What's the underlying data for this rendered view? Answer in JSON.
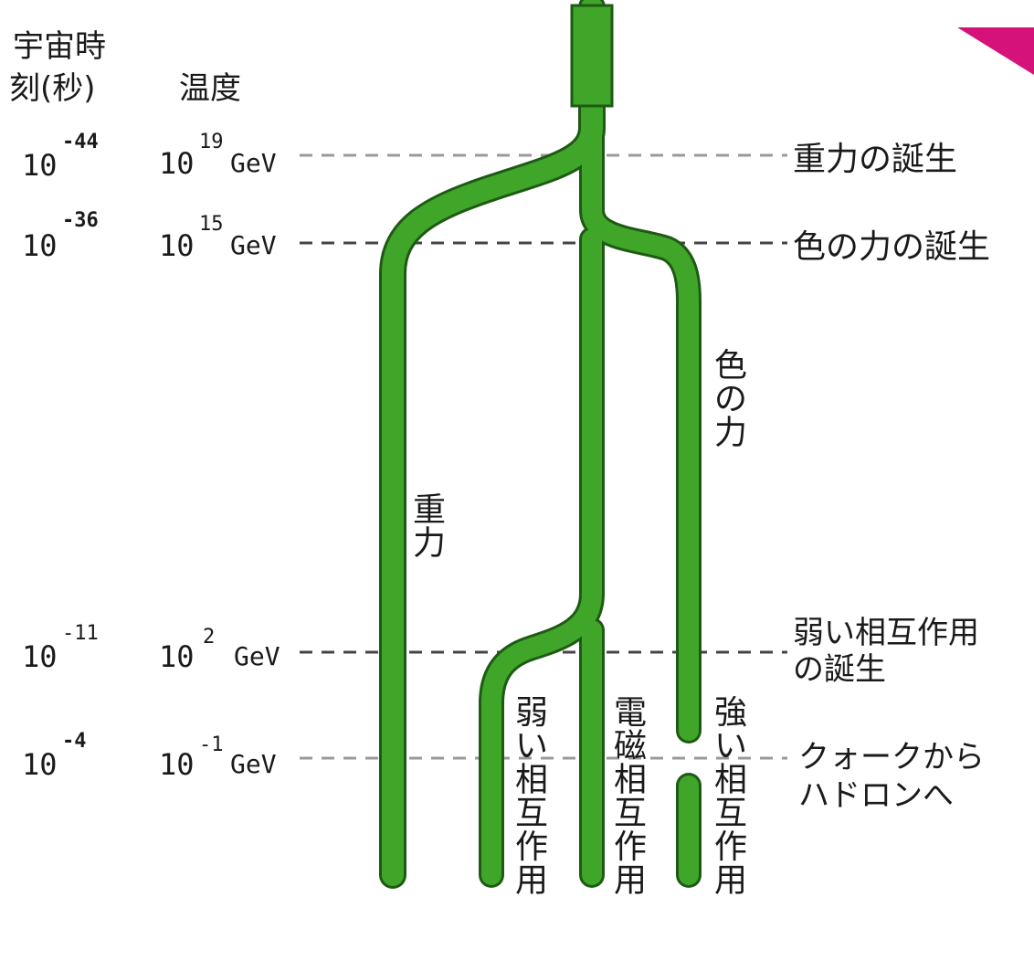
{
  "header": {
    "time_label_line1": "宇宙時",
    "time_label_line2": "刻(秒)",
    "temp_label": "温度"
  },
  "epochs": [
    {
      "time_base": "10",
      "time_exp": "-44",
      "temp_base": "10",
      "temp_exp": "19",
      "temp_unit": "GeV",
      "event": "重力の誕生"
    },
    {
      "time_base": "10",
      "time_exp": "-36",
      "temp_base": "10",
      "temp_exp": "15",
      "temp_unit": "GeV",
      "event": "色の力の誕生"
    },
    {
      "time_base": "10",
      "time_exp": "-11",
      "temp_base": "10",
      "temp_exp": "2",
      "temp_unit": "GeV",
      "event_line1": "弱い相互作用",
      "event_line2": "の誕生"
    },
    {
      "time_base": "10",
      "time_exp": "-4",
      "temp_base": "10",
      "temp_exp": "-1",
      "temp_unit": "GeV",
      "event_line1": "クォークから",
      "event_line2": "ハドロンへ"
    }
  ],
  "forces": {
    "gravity": "重力",
    "color": "色の力",
    "weak": "弱い相互作用",
    "em": "電磁相互作用",
    "strong": "強い相互作用"
  },
  "colors": {
    "branch_fill": "#3fa62a",
    "branch_edge": "#1f5a15",
    "accent_triangle": "#d4127a"
  }
}
